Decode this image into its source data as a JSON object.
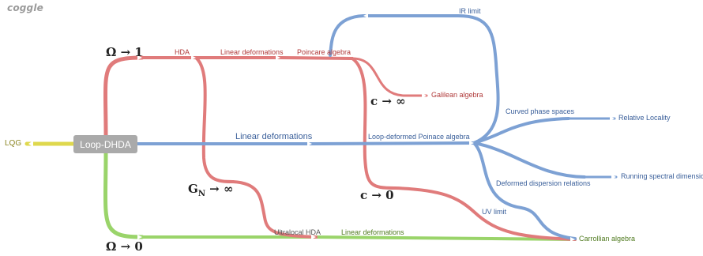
{
  "brand": {
    "logo_text": "coggle"
  },
  "colors": {
    "red_branch": "#e07b7b",
    "blue_branch": "#7da1d4",
    "green_branch": "#9ad46a",
    "yellow_branch": "#dfd84d",
    "root_box": "#aaaaaa"
  },
  "root": {
    "label": "Loop-DHDA"
  },
  "nodes": {
    "lqg": "LQG",
    "omega_to_1": "Ω → 1",
    "omega_to_0": "Ω → 0",
    "hda": "HDA",
    "linear_deformations_red": "Linear deformations",
    "poincare_algebra": "Poincare algebra",
    "c_to_infinity": "c → ∞",
    "galilean_algebra": "Galilean algebra",
    "ir_limit": "IR limit",
    "linear_deformations_blue": "Linear deformations",
    "loop_deformed_poincare": "Loop-deformed Poinace algebra",
    "curved_phase_spaces": "Curved phase spaces",
    "relative_locality": "Relative Locality",
    "deformed_dispersion_relations": "Deformed dispersion relations",
    "running_spectral_dimension": "Running spectral dimension",
    "gn_to_infinity_base": "G",
    "gn_to_infinity_sub": "N",
    "gn_to_infinity_rest": " → ∞",
    "c_to_0": "c → 0",
    "uv_limit": "UV limit",
    "ultralocal_hda": "Ultralocal HDA",
    "linear_deformations_green": "Linear deformations",
    "carrollian_algebra": "Carrollian algebra"
  }
}
